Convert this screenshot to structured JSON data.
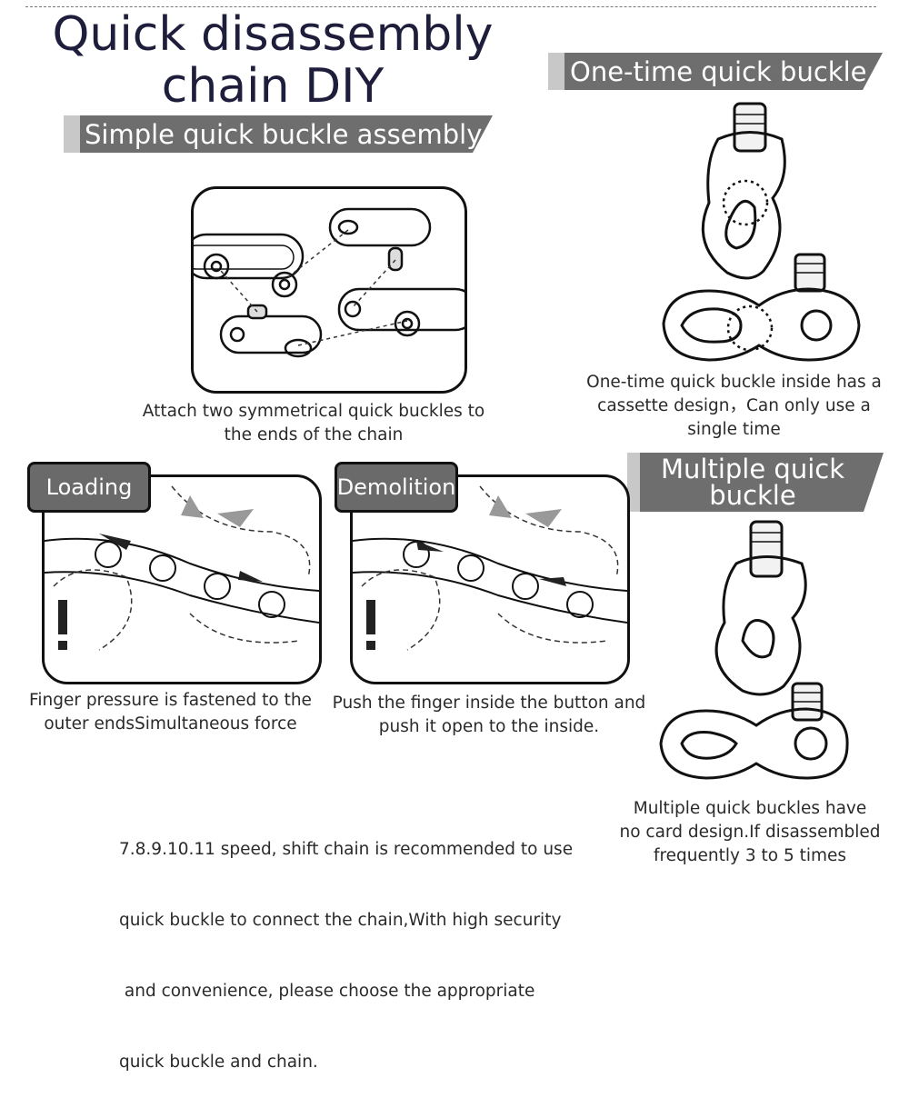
{
  "title": {
    "line1": "Quick disassembly",
    "line2": "chain DIY"
  },
  "sections": {
    "simple": {
      "heading": "Simple quick buckle assembly",
      "caption": [
        "Attach two symmetrical quick buckles to",
        "the ends of the chain"
      ]
    },
    "one_time": {
      "heading": "One-time quick buckle",
      "caption": [
        "One-time quick buckle inside has a",
        "cassette design，Can only use a",
        "single time"
      ]
    },
    "multiple": {
      "heading": [
        "Multiple quick",
        "buckle"
      ],
      "caption": [
        "Multiple quick buckles have",
        "no card design.If disassembled",
        "frequently 3 to 5 times"
      ]
    },
    "loading": {
      "label": "Loading",
      "caption": [
        "Finger pressure is fastened to the",
        "outer endsSimultaneous force"
      ]
    },
    "demolition": {
      "label": "Demolition",
      "caption": [
        "Push the finger inside the button and",
        "push it open to the inside."
      ]
    }
  },
  "note": [
    "7.8.9.10.11 speed, shift chain is recommended to use",
    "quick buckle to connect the chain,With high security",
    " and convenience, please choose the appropriate",
    "quick buckle and chain."
  ],
  "colors": {
    "banner": "#6e6e6e",
    "banner_accent": "#c8c8c8",
    "title": "#1e1e3c"
  }
}
